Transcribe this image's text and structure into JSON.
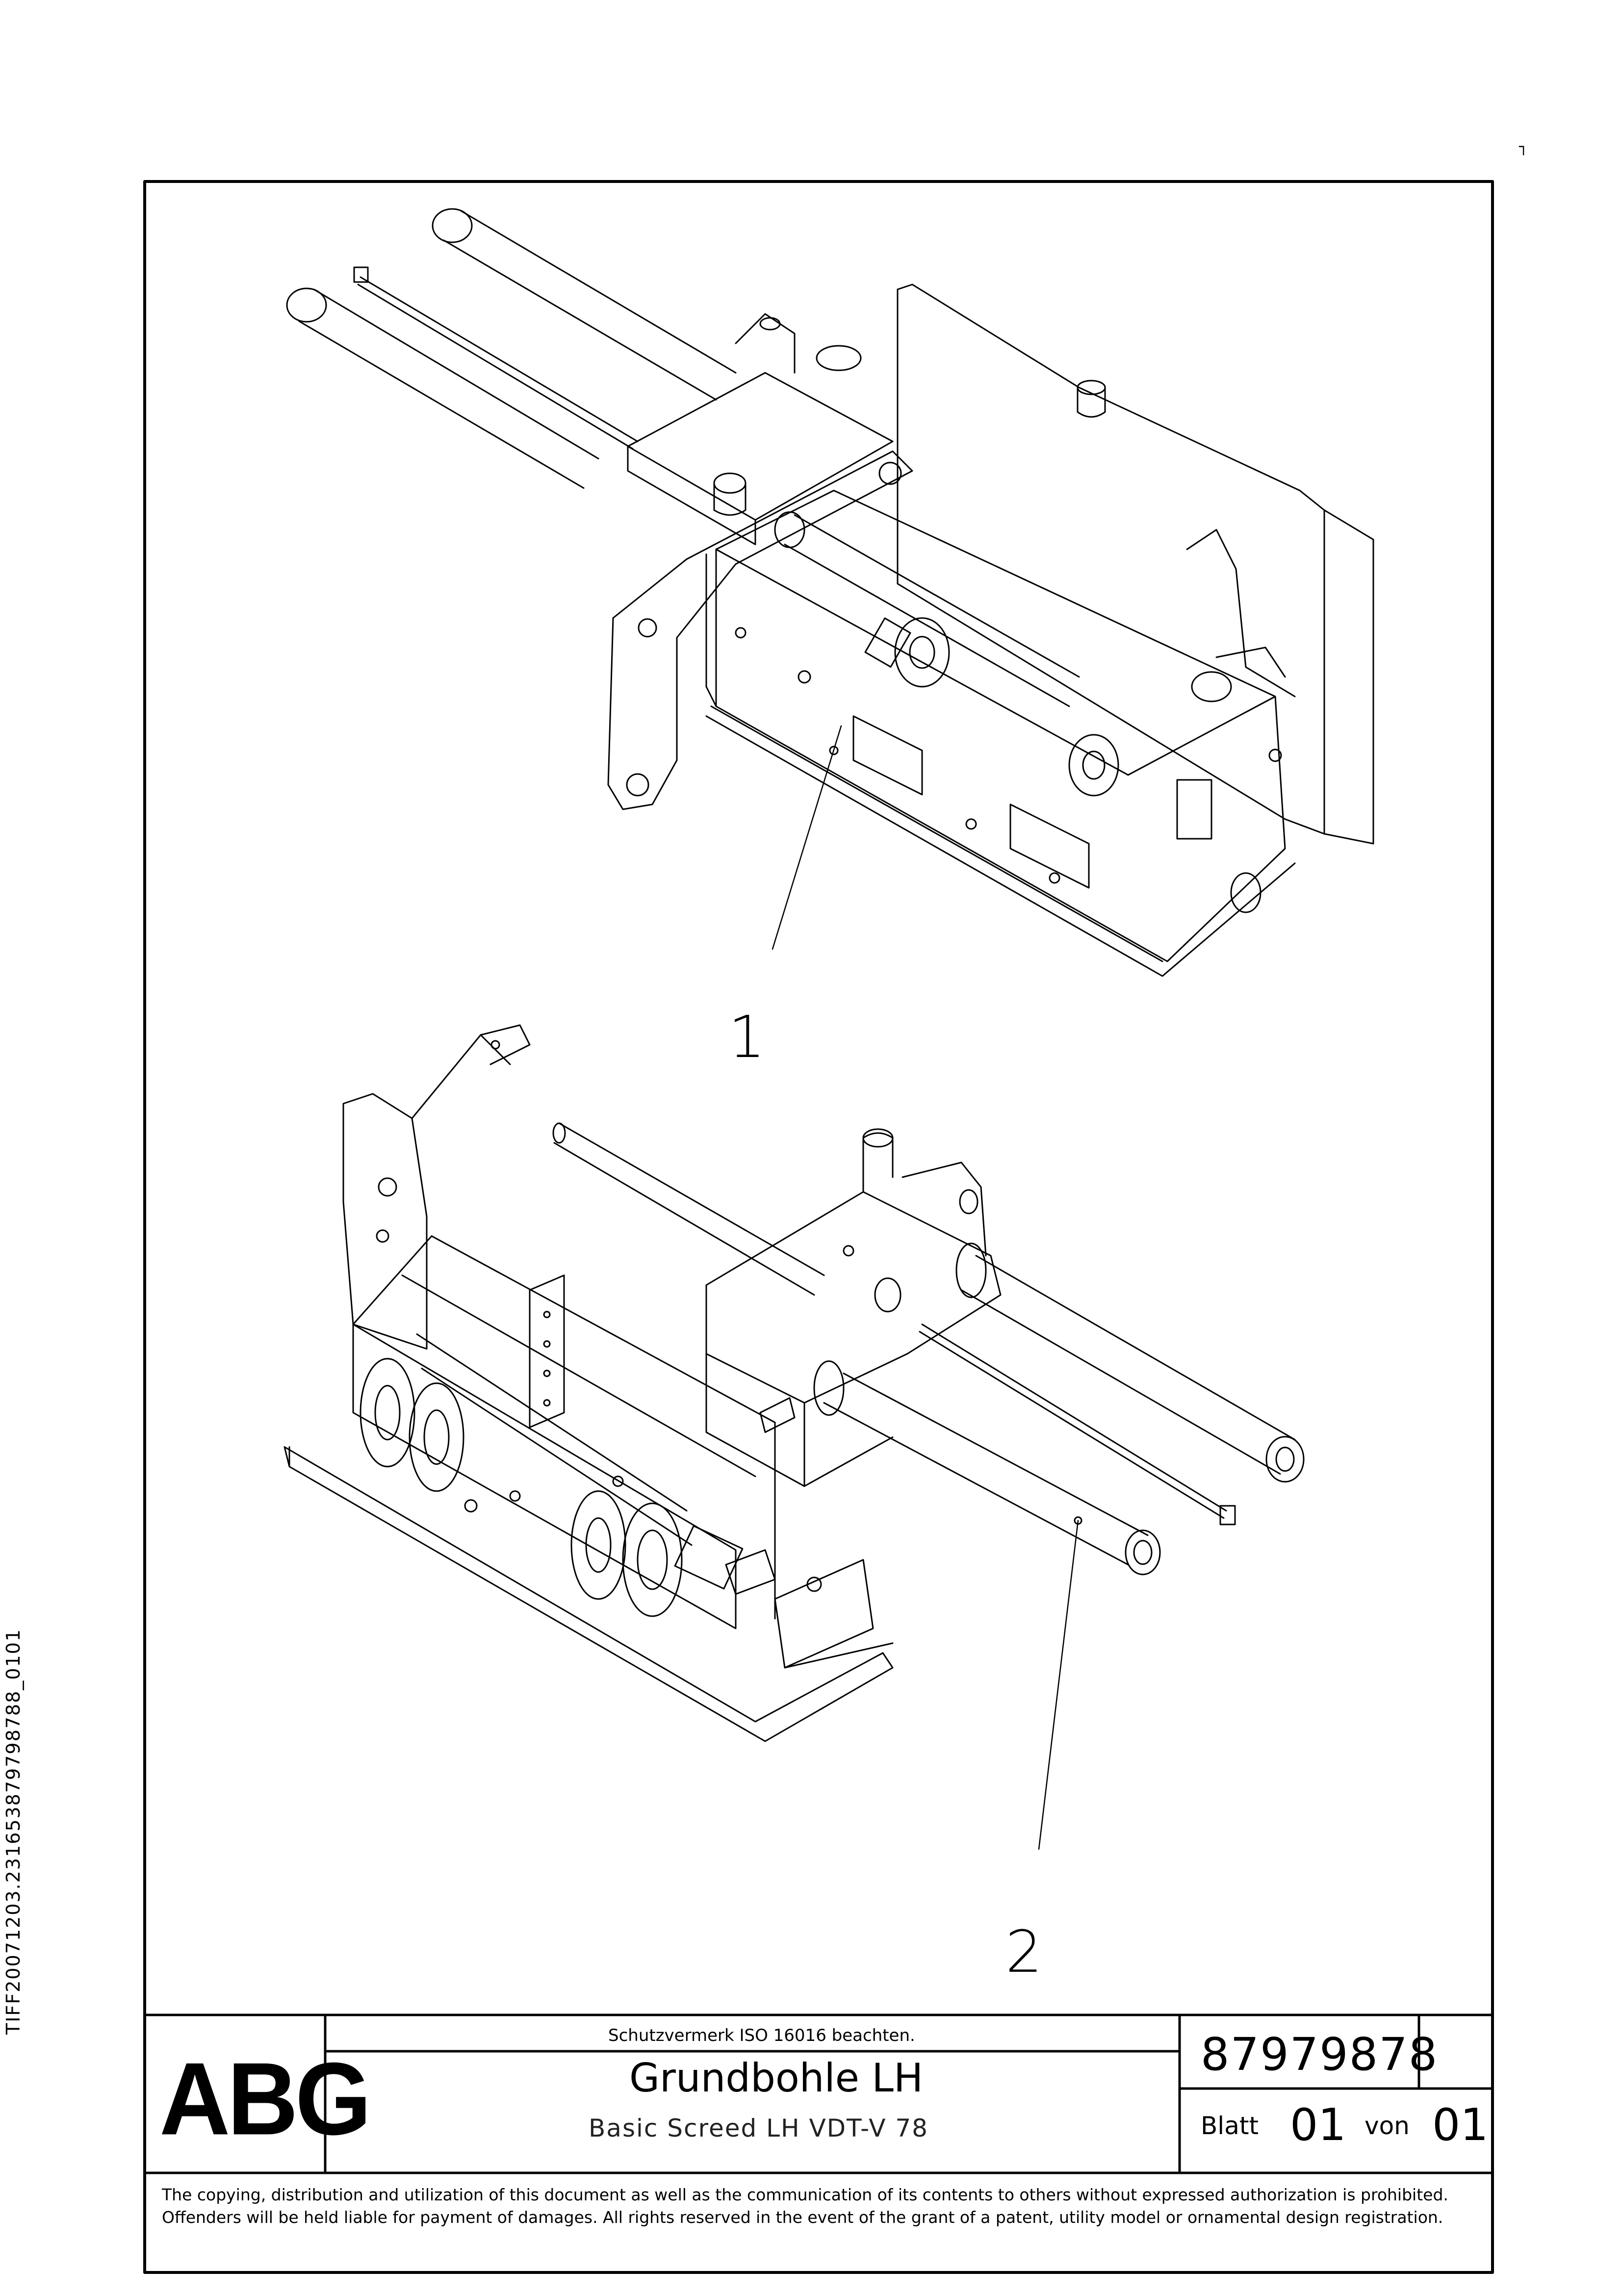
{
  "side_id": "TIFF20071203.231653879798788_0101",
  "callouts": [
    "1",
    "2"
  ],
  "title_block": {
    "protection_note": "Schutzvermerk ISO 16016 beachten.",
    "logo": "ABG",
    "title_de": "Grundbohle LH",
    "title_en": "Basic Screed LH VDT-V 78",
    "doc_number": "87979878",
    "sheet_label": "Blatt",
    "sheet_number": "01",
    "of_label": "von",
    "sheet_total": "01"
  },
  "legal_text": "The copying, distribution and utilization of this document as well as the communication of its contents to others without expressed authorization is prohibited. Offenders will be held liable for payment of damages. All rights reserved in the event of the grant of a patent, utility model or ornamental design registration."
}
